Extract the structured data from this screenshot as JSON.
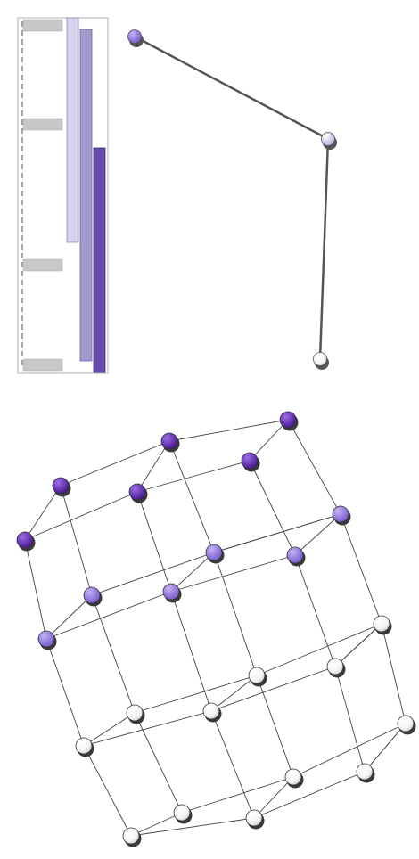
{
  "colors": {
    "background": "#ffffff",
    "dark_purple": "#6a2fb8",
    "medium_purple": "#9a80e2",
    "light_lavender": "#dcd6f2",
    "white_node": "#ffffff",
    "panel_border": "#b0b0b0",
    "gray_bar": "#c8c8c8",
    "bar_light": "#d6d2ec",
    "bar_medium": "#a29acd",
    "bar_dark": "#6a4aa8",
    "edge": "#555555"
  },
  "top_panel": {
    "gray_bar_count": 4,
    "colored_bars": [
      {
        "name": "bar-light",
        "color": "#d6d2ec"
      },
      {
        "name": "bar-medium",
        "color": "#a29acd"
      },
      {
        "name": "bar-dark",
        "color": "#6a4aa8"
      }
    ]
  },
  "path_graph": {
    "nodes": [
      {
        "id": "p1",
        "color": "#8a6ed6"
      },
      {
        "id": "p2",
        "color": "#dcd6f2"
      },
      {
        "id": "p3",
        "color": "#ffffff"
      }
    ],
    "edges": [
      [
        "p1",
        "p2"
      ],
      [
        "p2",
        "p3"
      ]
    ]
  },
  "lattice_graph": {
    "node_levels": {
      "purple": 6,
      "lavender": 6,
      "white": 12
    },
    "edge_count": 46
  }
}
